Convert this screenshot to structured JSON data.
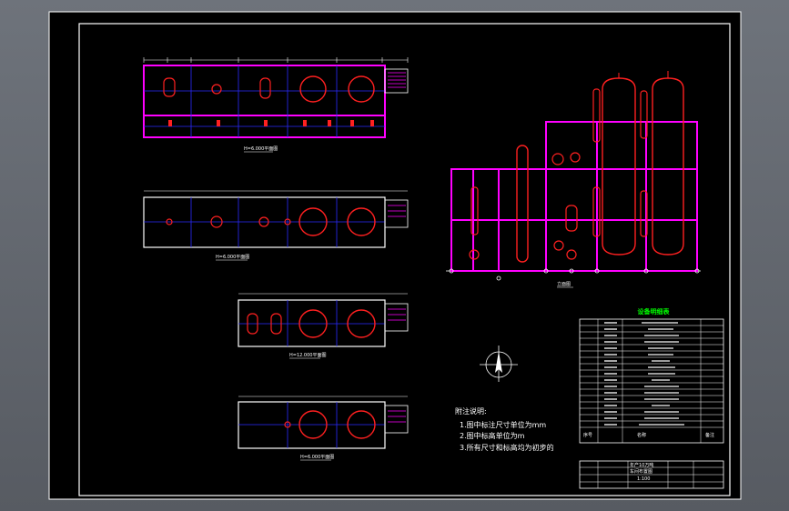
{
  "viewer": {
    "background_color": "#61656c",
    "paper_color": "#000000"
  },
  "colors": {
    "outline": "#ffffff",
    "pipe": "#ff00ff",
    "grid": "#0000ff",
    "vessel": "#ff2020",
    "title_text": "#00ff00",
    "label": "#ffff66"
  },
  "plans": [
    {
      "label": "H=6.000平面图"
    },
    {
      "label": "H=6.000平面图"
    },
    {
      "label": "H=12.000平面图"
    },
    {
      "label": "H=6.000平面图"
    }
  ],
  "elevation": {
    "label": "立面图"
  },
  "notes": {
    "heading": "附注说明:",
    "items": [
      "1.图中标注尺寸单位为mm",
      "2.图中标高单位为m",
      "3.所有尺寸和标高均为初步的"
    ]
  },
  "equipment_table": {
    "title": "设备明细表",
    "header": [
      "序号",
      "名称",
      "备注"
    ]
  },
  "title_block": {
    "row1": "年产10万吨",
    "row2": "车间布置图",
    "scale": "1:100"
  }
}
